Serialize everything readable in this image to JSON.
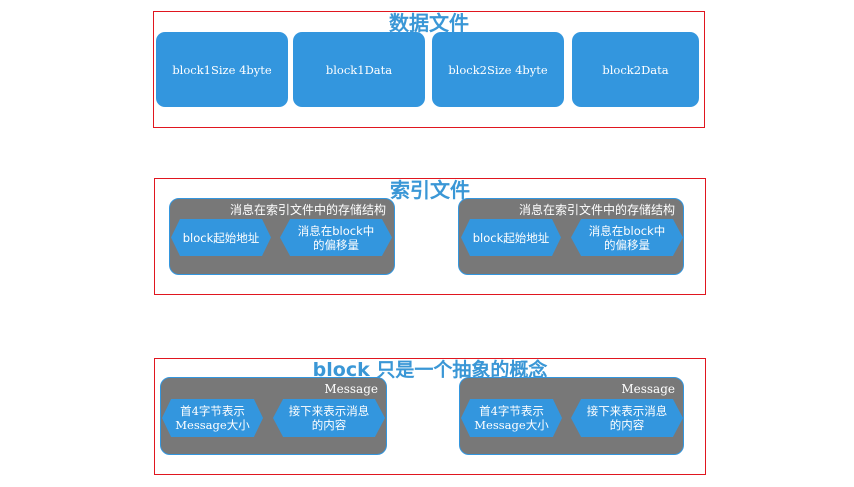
{
  "colors": {
    "frame_border": "#e0161f",
    "accent_blue": "#3396de",
    "title_blue": "#3a97d6",
    "group_gray": "#787878"
  },
  "data_file": {
    "title": "数据文件",
    "blocks": [
      "block1Size 4byte",
      "block1Data",
      "block2Size 4byte",
      "block2Data"
    ]
  },
  "index_file": {
    "title": "索引文件",
    "groups": [
      {
        "label": "消息在索引文件中的存储结构",
        "left": "block起始地址",
        "right": "消息在block中\n的偏移量"
      },
      {
        "label": "消息在索引文件中的存储结构",
        "left": "block起始地址",
        "right": "消息在block中\n的偏移量"
      }
    ]
  },
  "block_concept": {
    "title": "block 只是一个抽象的概念",
    "groups": [
      {
        "label": "Message",
        "left": "首4字节表示\nMessage大小",
        "right": "接下来表示消息\n的内容"
      },
      {
        "label": "Message",
        "left": "首4字节表示\nMessage大小",
        "right": "接下来表示消息\n的内容"
      }
    ]
  }
}
